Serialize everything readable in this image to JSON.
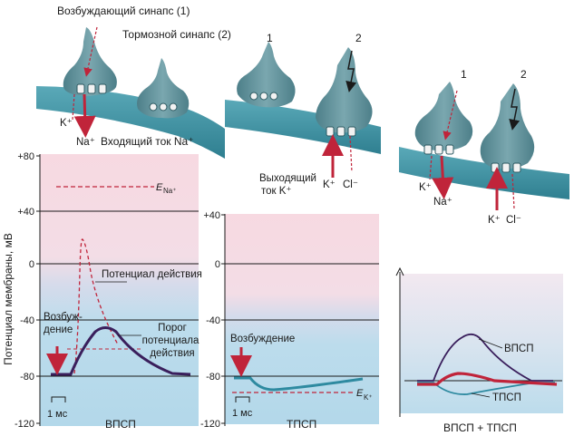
{
  "top": {
    "excitatory_synapse": "Возбуждающий синапс (1)",
    "inhibitory_synapse": "Тормозной синапс (2)",
    "inward_current": "Входящий ток Na⁺",
    "outward_current_line1": "Выходящий",
    "outward_current_line2": "ток K⁺",
    "num_1": "1",
    "num_2": "2",
    "ion_k": "K⁺",
    "ion_na": "Na⁺",
    "ion_cl": "Cl⁻"
  },
  "axes": {
    "ylabel": "Потенциал мембраны, мВ",
    "ticks": [
      "+80",
      "+40",
      "0",
      "-40",
      "-80",
      "-120"
    ],
    "ticks_middle": [
      "+40",
      "0",
      "-40",
      "-80",
      "-120"
    ]
  },
  "panel_left": {
    "ena_label": "E",
    "ena_sub": "Na⁺",
    "action_potential": "Потенциал действия",
    "excitation_line1": "Возбуж-",
    "excitation_line2": "дение",
    "threshold_line1": "Порог",
    "threshold_line2": "потенциала",
    "threshold_line3": "действия",
    "scale": "1 мс",
    "title": "ВПСП"
  },
  "panel_middle": {
    "excitation": "Возбуждение",
    "ek_label": "E",
    "ek_sub": "K⁺",
    "scale": "1 мс",
    "title": "ТПСП"
  },
  "panel_right": {
    "epsp": "ВПСП",
    "ipsp": "ТПСП",
    "title": "ВПСП + ТПСП"
  },
  "colors": {
    "pink_zone": "#f6d7df",
    "blue_zone": "#b7dcec",
    "membrane": "#4a9eae",
    "terminal": "#5e8f98",
    "epsp_curve": "#3a1f5c",
    "ipsp_curve": "#2e8aa0",
    "sum_curve": "#c0243a",
    "arrow_red": "#c0243a"
  }
}
